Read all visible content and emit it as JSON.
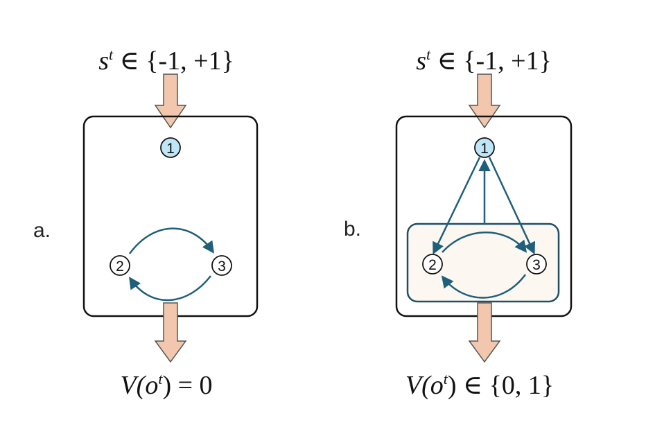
{
  "colors": {
    "arrow_fill": "#f2c7ad",
    "arrow_stroke": "#555555",
    "edge": "#1f5f7a",
    "node1_fill": "#bfe6f7",
    "inner_box_fill": "#fdf7f1",
    "inner_box_stroke": "#1f4f66"
  },
  "panel_a": {
    "label": "a.",
    "input": {
      "var": "s",
      "sup": "t",
      "rest": " ∈ {-1, +1}"
    },
    "output": {
      "prefix": "V(o",
      "sup": "t",
      "suffix": ") = 0"
    },
    "nodes": [
      "1",
      "2",
      "3"
    ]
  },
  "panel_b": {
    "label": "b.",
    "input": {
      "var": "s",
      "sup": "t",
      "rest": " ∈ {-1, +1}"
    },
    "output": {
      "prefix": "V(o",
      "sup": "t",
      "suffix": ") ∈ {0, 1}"
    },
    "nodes": [
      "1",
      "2",
      "3"
    ]
  }
}
